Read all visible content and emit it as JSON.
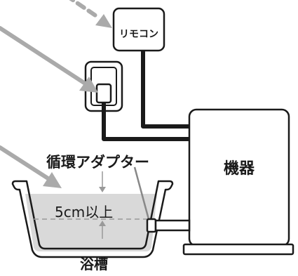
{
  "labels": {
    "remote": "リモコン",
    "unit": "機器",
    "adapter": "循環アダプター",
    "depth": "5cm以上",
    "tub": "浴槽"
  },
  "colors": {
    "outline": "#1a1a1a",
    "water": "#d9d9d9",
    "arrow": "#aaaaaa",
    "background": "#ffffff"
  }
}
